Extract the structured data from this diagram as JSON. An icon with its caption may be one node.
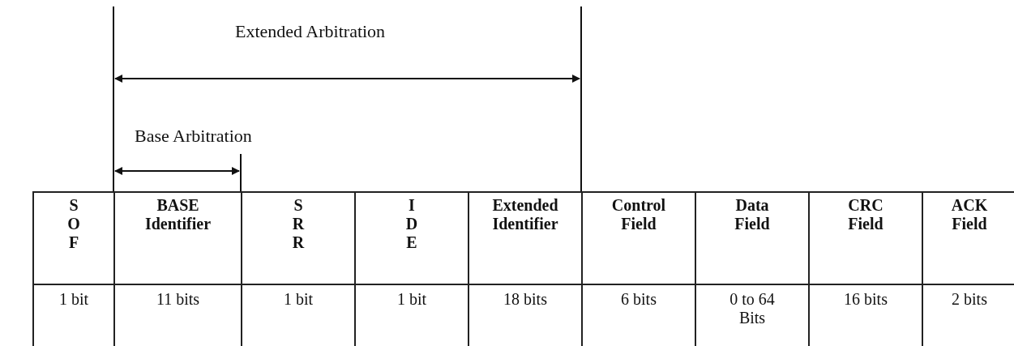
{
  "diagram": {
    "labels": [
      "Extended Arbitration",
      "Base Arbitration",
      "S O F",
      "BASE Identifier",
      "S R R",
      "I D E",
      "Extended Identifier",
      "Control Field",
      "Data Field",
      "CRC Field",
      "ACK Field",
      "1 bit",
      "11 bits",
      "1 bit",
      "1 bit",
      "18 bits",
      "6 bits",
      "0 to 64 Bits",
      "16 bits",
      "2 bits"
    ]
  }
}
